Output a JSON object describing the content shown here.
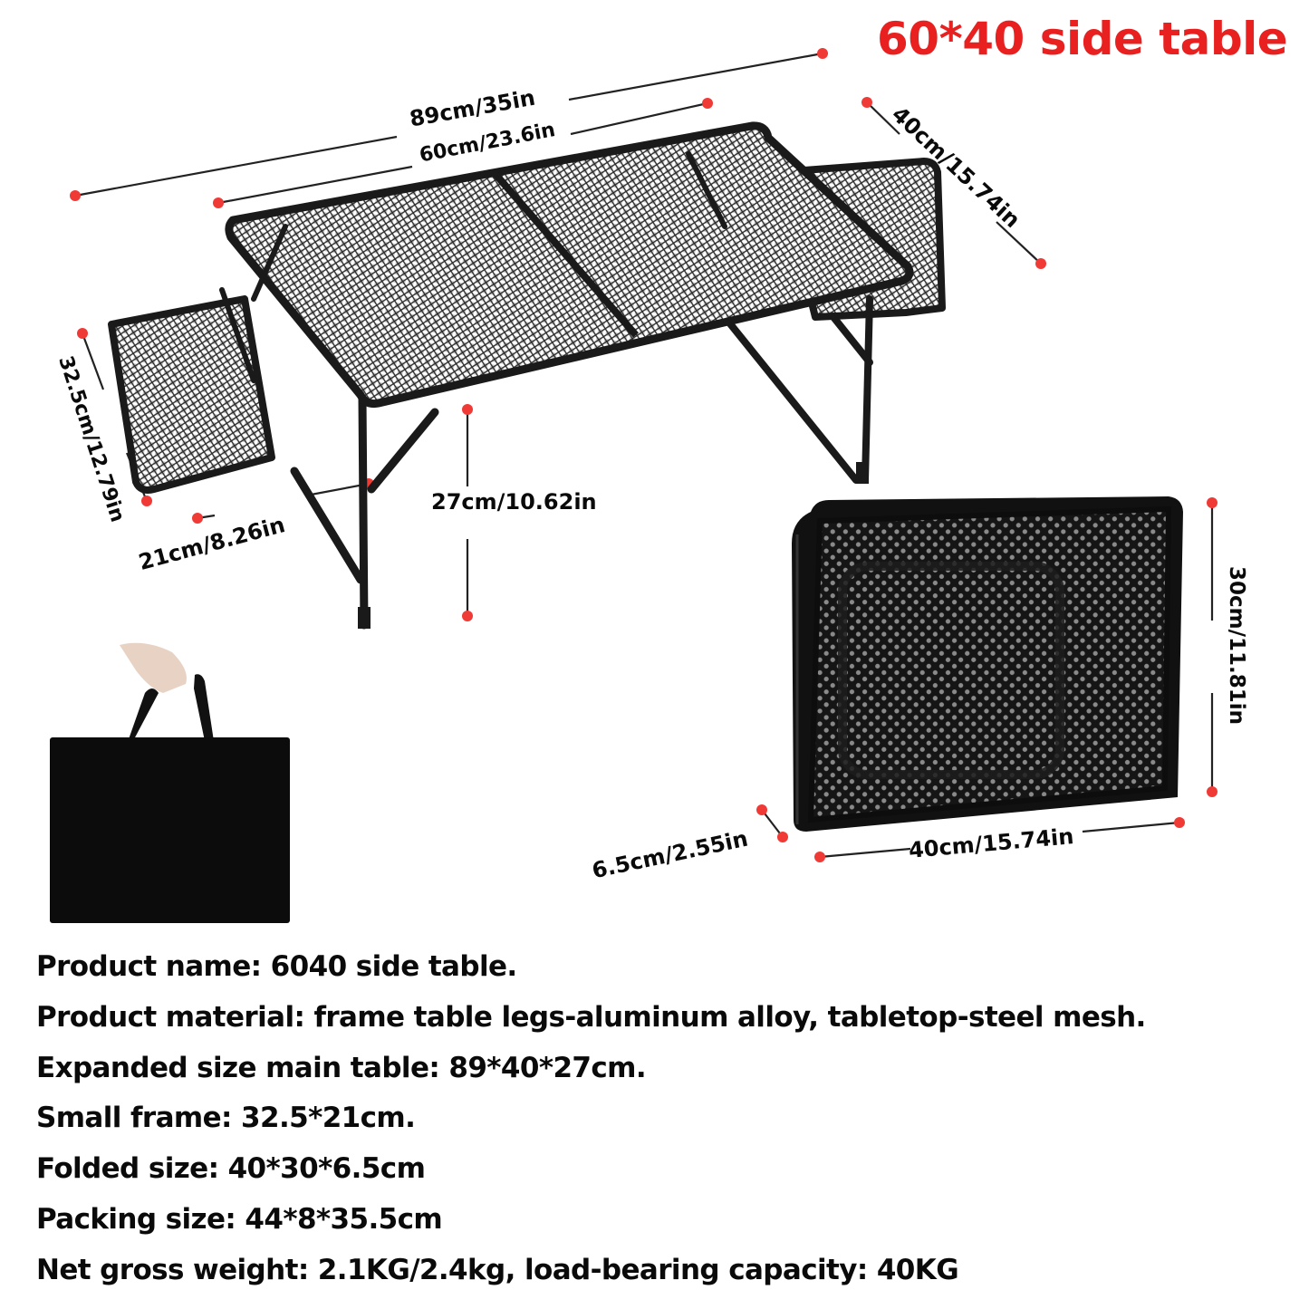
{
  "title": "60*40 side table",
  "colors": {
    "accent": "#e8201f",
    "text": "#0a0a0a",
    "frame": "#1a1a1a",
    "background": "#ffffff"
  },
  "dimensions": {
    "total_length": "89cm/35in",
    "main_length": "60cm/23.6in",
    "width": "40cm/15.74in",
    "side_length": "32.5cm/12.79in",
    "side_width": "21cm/8.26in",
    "height": "27cm/10.62in",
    "folded_height": "30cm/11.81in",
    "folded_thickness": "6.5cm/2.55in",
    "folded_width": "40cm/15.74in"
  },
  "images": {
    "table": "expanded mesh side table with two side trays",
    "folded": "folded table",
    "bag": "carry bag held by hand"
  },
  "specs": [
    "Product name: 6040 side table.",
    "Product material: frame table legs-aluminum alloy, tabletop-steel mesh.",
    "Expanded size main table: 89*40*27cm.",
    "Small frame: 32.5*21cm.",
    "Folded size: 40*30*6.5cm",
    "Packing size: 44*8*35.5cm",
    "Net gross weight: 2.1KG/2.4kg, load-bearing capacity: 40KG"
  ]
}
